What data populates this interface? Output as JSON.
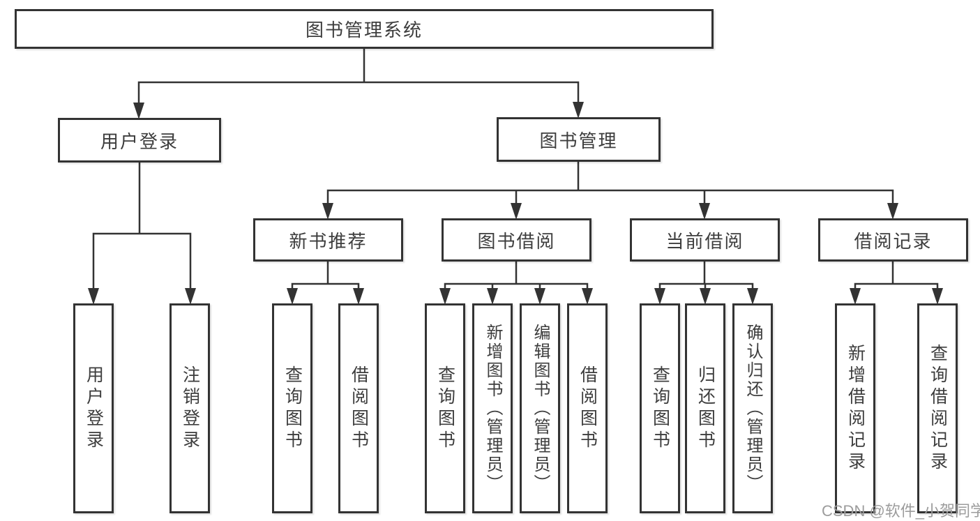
{
  "root": "图书管理系统",
  "level2": [
    {
      "label": "用户登录"
    },
    {
      "label": "图书管理"
    }
  ],
  "level3": [
    {
      "label": "新书推荐"
    },
    {
      "label": "图书借阅"
    },
    {
      "label": "当前借阅"
    },
    {
      "label": "借阅记录"
    }
  ],
  "leaves": {
    "user_login": [
      "用户登录",
      "注销登录"
    ],
    "new_book": [
      "查询图书",
      "借阅图书"
    ],
    "book_borrow": [
      "查询图书",
      "新增图书（管理员）",
      "编辑图书（管理员）",
      "借阅图书"
    ],
    "current_borrow": [
      "查询图书",
      "归还图书",
      "确认归还（管理员）"
    ],
    "records": [
      "新增借阅记录",
      "查询借阅记录"
    ]
  },
  "watermark": "CSDN @软件_小贺同学",
  "palette": {
    "line": "#333333",
    "box_border": "#333333",
    "box_background": "#ffffff",
    "text": "#3d3d3d",
    "watermark_text": "#9c9c9c"
  }
}
